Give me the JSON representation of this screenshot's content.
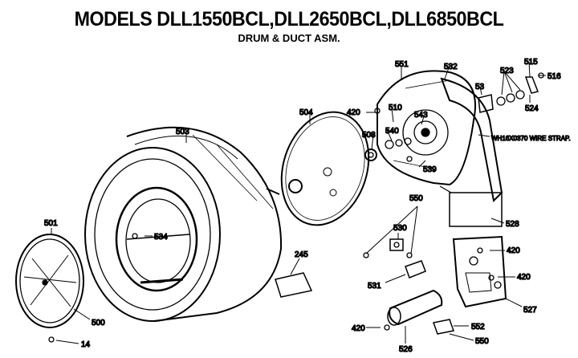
{
  "title": "MODELS DLL1550BCL,DLL2650BCL,DLL6850BCL",
  "subtitle": "DRUM & DUCT ASM.",
  "labels": {
    "p503": "503",
    "p504": "504",
    "p551": "551",
    "p532": "532",
    "p53": "53",
    "p523": "523",
    "p515": "515",
    "p516": "516",
    "p524": "524",
    "p420a": "420",
    "p510": "510",
    "p543": "543",
    "p508": "508",
    "p540": "540",
    "p539": "539",
    "strap": "WH16X0370 WIRE STRAP.",
    "p550a": "550",
    "p530": "530",
    "p528": "528",
    "p534": "534",
    "p501": "501",
    "p245": "245",
    "p420b": "420",
    "p420c": "420",
    "p531": "531",
    "p527": "527",
    "p500": "500",
    "p14": "14",
    "p420d": "420",
    "p526": "526",
    "p552": "552",
    "p550b": "550"
  }
}
